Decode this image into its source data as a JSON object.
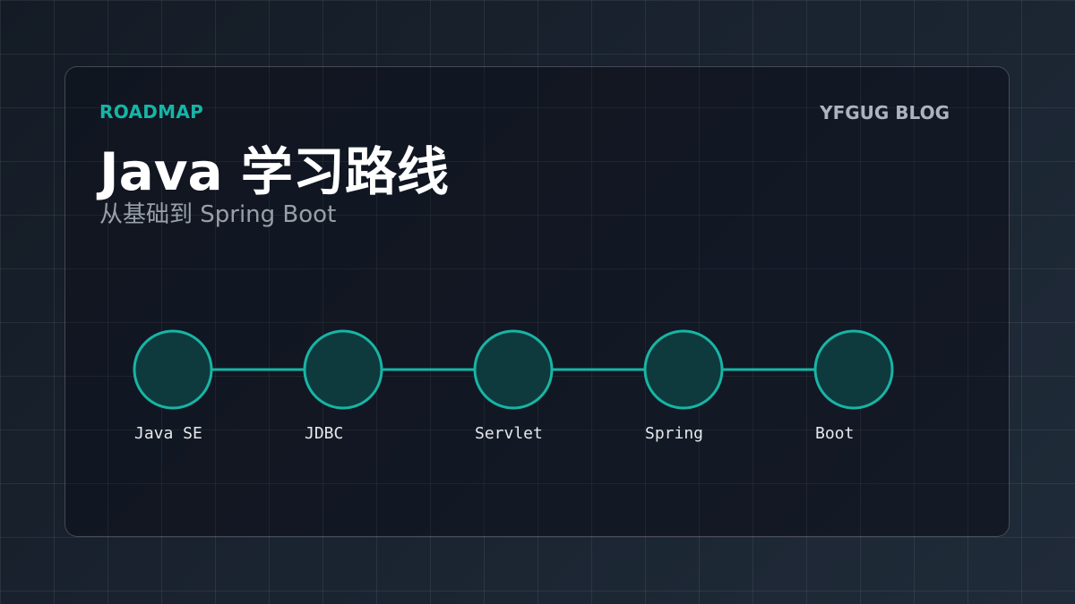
{
  "header": {
    "eyebrow": "ROADMAP",
    "brand": "YFGUG BLOG",
    "title": "Java 学习路线",
    "subtitle": "从基础到 Spring Boot"
  },
  "roadmap": {
    "steps": [
      {
        "label": "Java SE"
      },
      {
        "label": "JDBC"
      },
      {
        "label": "Servlet"
      },
      {
        "label": "Spring"
      },
      {
        "label": "Boot"
      }
    ]
  },
  "colors": {
    "accent": "#17b5a5",
    "node_fill": "#0f3a3d",
    "text": "#ffffff",
    "muted": "#9aa0a8"
  }
}
